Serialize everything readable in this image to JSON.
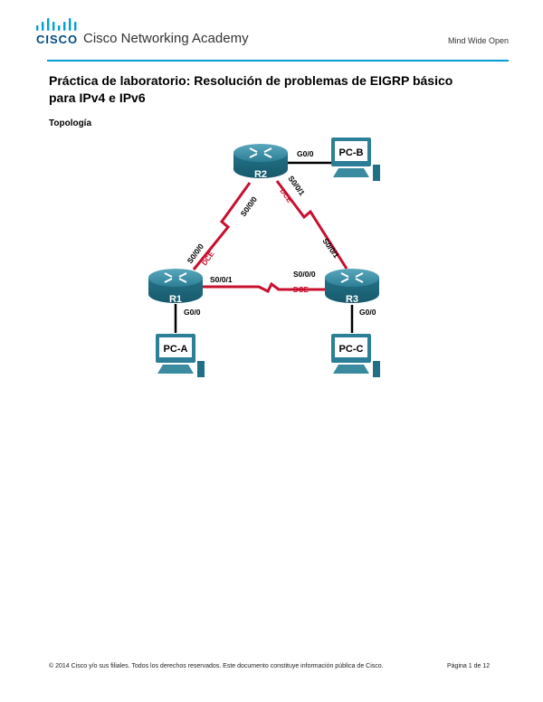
{
  "header": {
    "logo": "CISCO",
    "academy": "Cisco Networking Academy",
    "tagline": "Mind Wide Open"
  },
  "document": {
    "title": "Práctica de laboratorio: Resolución de problemas de EIGRP básico para IPv4 e IPv6",
    "section_heading": "Topología"
  },
  "topology": {
    "routers": [
      "R2",
      "R1",
      "R3"
    ],
    "pcs": [
      "PC-B",
      "PC-A",
      "PC-C"
    ],
    "interfaces": {
      "r2_g0": "G0/0",
      "r2_s000": "S0/0/0",
      "r2_s001": "S0/0/1",
      "r1_s000": "S0/0/0",
      "r1_s001": "S0/0/1",
      "r1_g0": "G0/0",
      "r3_s000": "S0/0/0",
      "r3_s001": "S0/0/1",
      "r3_g0": "G0/0"
    },
    "dce": {
      "r1": "DCE",
      "r2": "DCE",
      "r3": "DCE"
    },
    "colors": {
      "serial_link": "#c8102e",
      "router": "#1f6f86",
      "dce_label": "#c8102e"
    }
  },
  "footer": {
    "copyright": "© 2014 Cisco y/o sus filiales. Todos los derechos reservados. Este documento constituye información pública de Cisco.",
    "page": "Página 1 de 12"
  }
}
